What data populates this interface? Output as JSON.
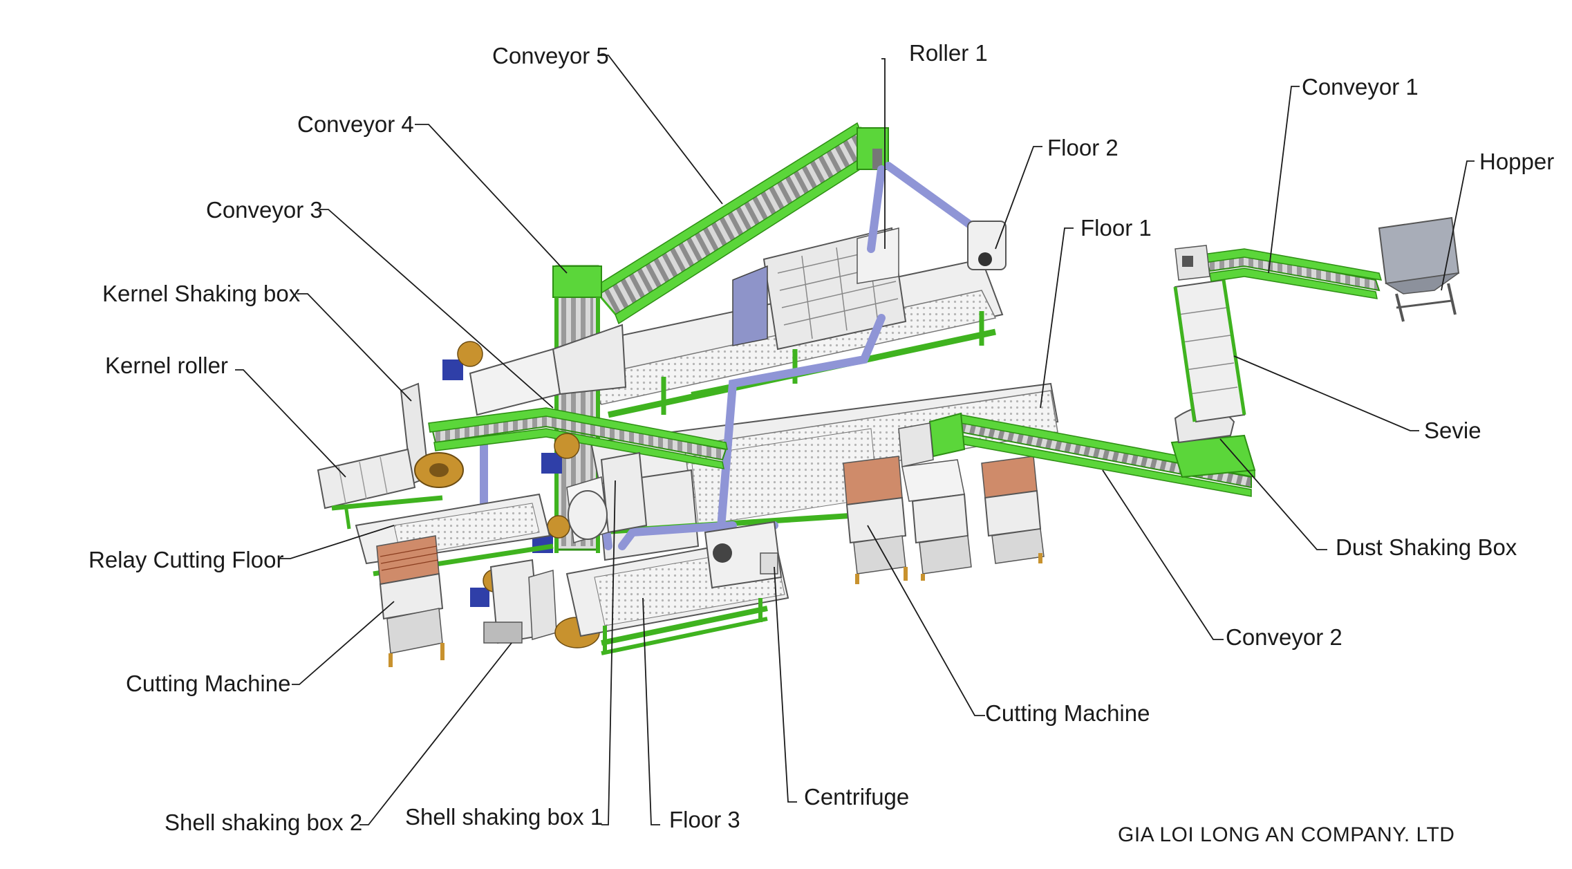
{
  "labels": {
    "conveyor5": "Conveyor 5",
    "roller1": "Roller 1",
    "conveyor4": "Conveyor 4",
    "floor2": "Floor 2",
    "conveyor3": "Conveyor 3",
    "floor1": "Floor 1",
    "conveyor1": "Conveyor 1",
    "hopper": "Hopper",
    "kernel_shaking_box": "Kernel Shaking box",
    "kernel_roller": "Kernel roller",
    "relay_cutting_floor": "Relay Cutting Floor",
    "cutting_machine_left": "Cutting Machine",
    "shell_shaking_box_2": "Shell shaking box 2",
    "shell_shaking_box_1": "Shell shaking box 1",
    "floor3": "Floor 3",
    "centrifuge": "Centrifuge",
    "cutting_machine_right": "Cutting Machine",
    "conveyor2": "Conveyor 2",
    "dust_shaking_box": "Dust Shaking Box",
    "sevie": "Sevie"
  },
  "company": "GIA LOI LONG AN COMPANY. LTD",
  "colors": {
    "conveyor_green": "#5bd63a",
    "frame_green": "#3fb31f",
    "duct_blue": "#8f95d6",
    "machine_gray": "#e6e6e6",
    "motor_brass": "#c8922e",
    "motor_blue": "#2f3fa8"
  }
}
